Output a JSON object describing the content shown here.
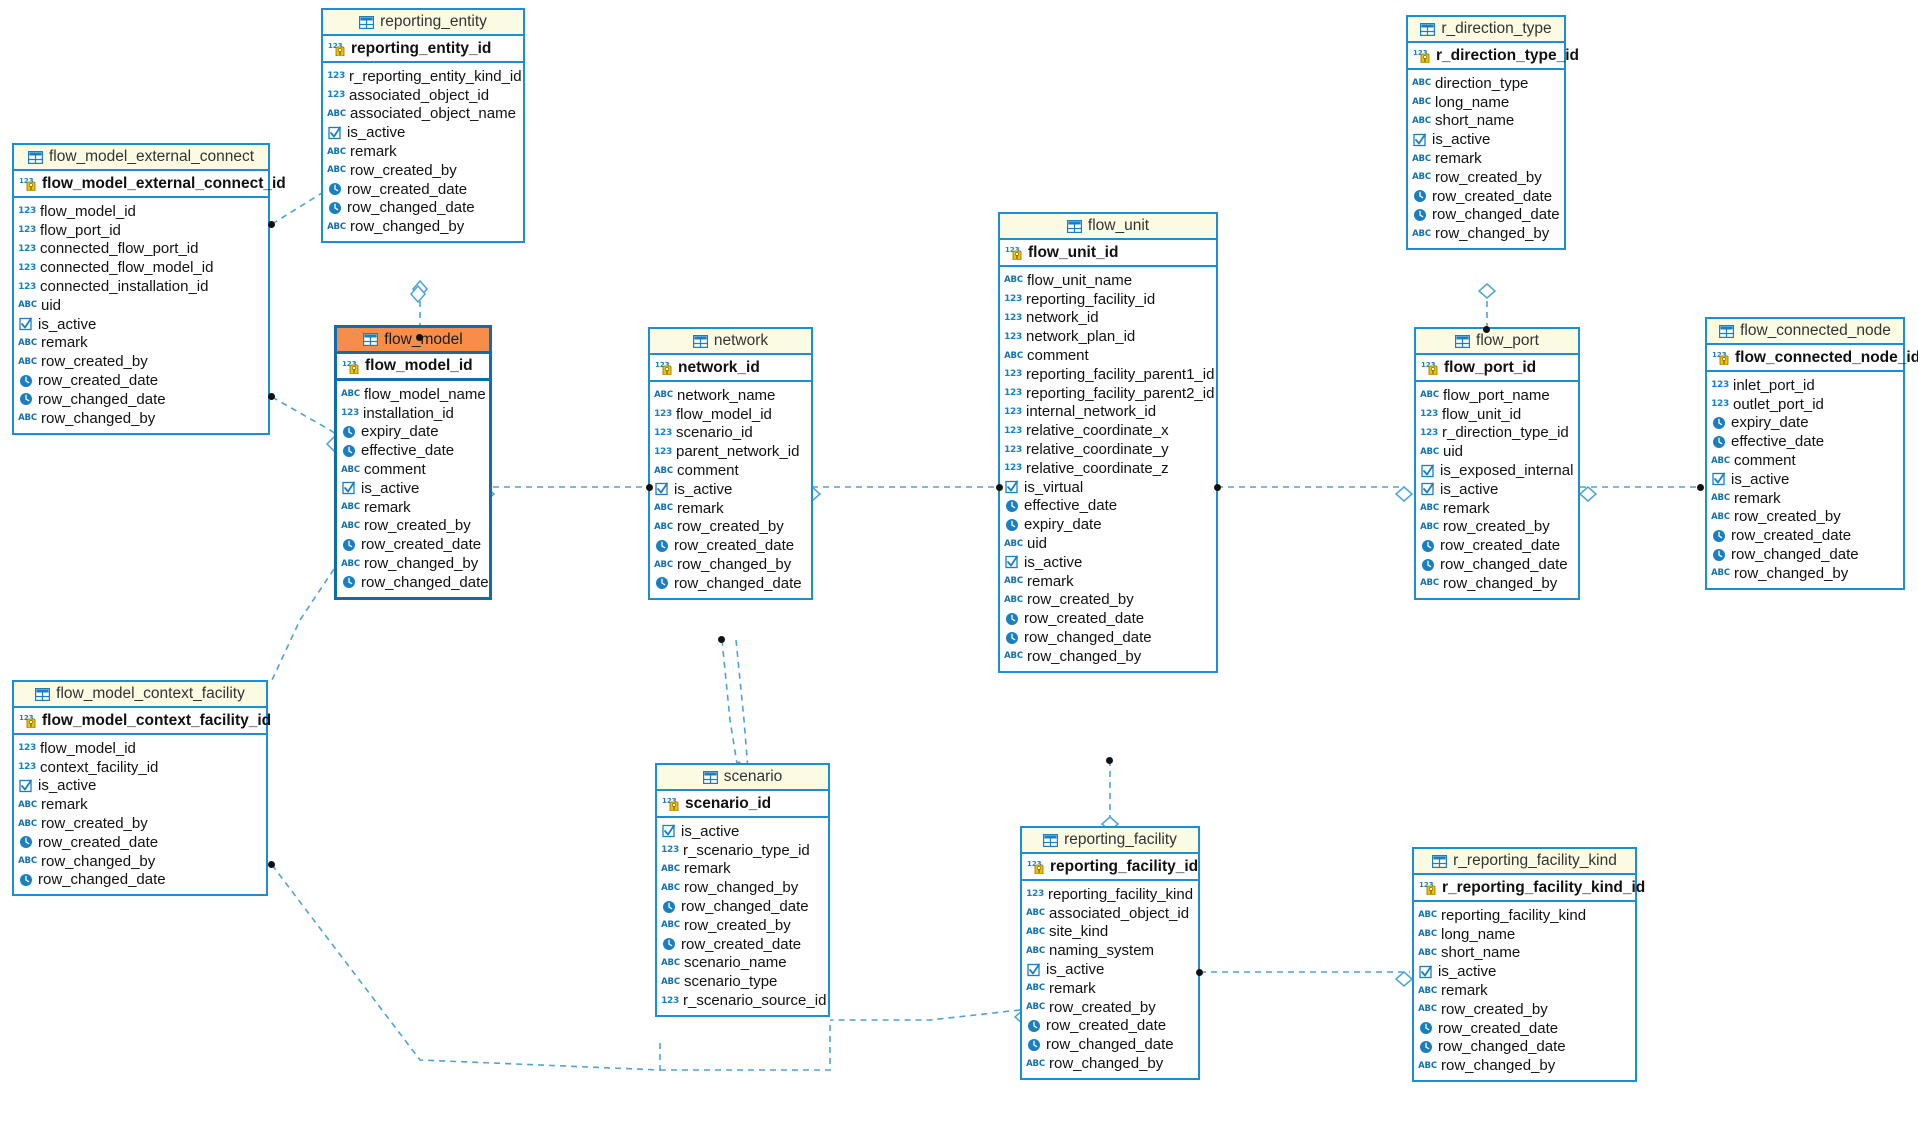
{
  "diagram": {
    "type": "entity-relationship-diagram",
    "tool": "database-modeler",
    "background": "#ffffff",
    "colors": {
      "entity_border": "#1a8fd1",
      "entity_header": "#fbfbe4",
      "entity_header_selected": "#f78d4a",
      "entity_body": "#ffffff",
      "relationship_line": "#4da3d6",
      "endpoint_dot": "#111111",
      "icon_blue": "#1a7fc1",
      "text": "#111111"
    },
    "icon_legend": {
      "table-icon": "grid table glyph in entity title",
      "pk-icon": "123 with key badge = numeric primary key",
      "number-icon": "123 = numeric column",
      "text-icon": "ABC = text column",
      "check-icon": "checkbox = boolean column",
      "clock-icon": "clock = date/time column"
    }
  },
  "entities": [
    {
      "name": "reporting_entity",
      "selected": false,
      "pk": {
        "label": "reporting_entity_id",
        "icon": "pk-icon"
      },
      "fields": [
        {
          "label": "r_reporting_entity_kind_id",
          "icon": "number-icon"
        },
        {
          "label": "associated_object_id",
          "icon": "number-icon"
        },
        {
          "label": "associated_object_name",
          "icon": "text-icon"
        },
        {
          "label": "is_active",
          "icon": "check-icon"
        },
        {
          "label": "remark",
          "icon": "text-icon"
        },
        {
          "label": "row_created_by",
          "icon": "text-icon"
        },
        {
          "label": "row_created_date",
          "icon": "clock-icon"
        },
        {
          "label": "row_changed_date",
          "icon": "clock-icon"
        },
        {
          "label": "row_changed_by",
          "icon": "text-icon"
        }
      ]
    },
    {
      "name": "flow_model_external_connect",
      "selected": false,
      "pk": {
        "label": "flow_model_external_connect_id",
        "icon": "pk-icon"
      },
      "fields": [
        {
          "label": "flow_model_id",
          "icon": "number-icon"
        },
        {
          "label": "flow_port_id",
          "icon": "number-icon"
        },
        {
          "label": "connected_flow_port_id",
          "icon": "number-icon"
        },
        {
          "label": "connected_flow_model_id",
          "icon": "number-icon"
        },
        {
          "label": "connected_installation_id",
          "icon": "number-icon"
        },
        {
          "label": "uid",
          "icon": "text-icon"
        },
        {
          "label": "is_active",
          "icon": "check-icon"
        },
        {
          "label": "remark",
          "icon": "text-icon"
        },
        {
          "label": "row_created_by",
          "icon": "text-icon"
        },
        {
          "label": "row_created_date",
          "icon": "clock-icon"
        },
        {
          "label": "row_changed_date",
          "icon": "clock-icon"
        },
        {
          "label": "row_changed_by",
          "icon": "text-icon"
        }
      ]
    },
    {
      "name": "flow_model",
      "selected": true,
      "pk": {
        "label": "flow_model_id",
        "icon": "pk-icon"
      },
      "fields": [
        {
          "label": "flow_model_name",
          "icon": "text-icon"
        },
        {
          "label": "installation_id",
          "icon": "number-icon"
        },
        {
          "label": "expiry_date",
          "icon": "clock-icon"
        },
        {
          "label": "effective_date",
          "icon": "clock-icon"
        },
        {
          "label": "comment",
          "icon": "text-icon"
        },
        {
          "label": "is_active",
          "icon": "check-icon"
        },
        {
          "label": "remark",
          "icon": "text-icon"
        },
        {
          "label": "row_created_by",
          "icon": "text-icon"
        },
        {
          "label": "row_created_date",
          "icon": "clock-icon"
        },
        {
          "label": "row_changed_by",
          "icon": "text-icon"
        },
        {
          "label": "row_changed_date",
          "icon": "clock-icon"
        }
      ]
    },
    {
      "name": "network",
      "selected": false,
      "pk": {
        "label": "network_id",
        "icon": "pk-icon"
      },
      "fields": [
        {
          "label": "network_name",
          "icon": "text-icon"
        },
        {
          "label": "flow_model_id",
          "icon": "number-icon"
        },
        {
          "label": "scenario_id",
          "icon": "number-icon"
        },
        {
          "label": "parent_network_id",
          "icon": "number-icon"
        },
        {
          "label": "comment",
          "icon": "text-icon"
        },
        {
          "label": "is_active",
          "icon": "check-icon"
        },
        {
          "label": "remark",
          "icon": "text-icon"
        },
        {
          "label": "row_created_by",
          "icon": "text-icon"
        },
        {
          "label": "row_created_date",
          "icon": "clock-icon"
        },
        {
          "label": "row_changed_by",
          "icon": "text-icon"
        },
        {
          "label": "row_changed_date",
          "icon": "clock-icon"
        }
      ]
    },
    {
      "name": "flow_unit",
      "selected": false,
      "pk": {
        "label": "flow_unit_id",
        "icon": "pk-icon"
      },
      "fields": [
        {
          "label": "flow_unit_name",
          "icon": "text-icon"
        },
        {
          "label": "reporting_facility_id",
          "icon": "number-icon"
        },
        {
          "label": "network_id",
          "icon": "number-icon"
        },
        {
          "label": "network_plan_id",
          "icon": "number-icon"
        },
        {
          "label": "comment",
          "icon": "text-icon"
        },
        {
          "label": "reporting_facility_parent1_id",
          "icon": "number-icon"
        },
        {
          "label": "reporting_facility_parent2_id",
          "icon": "number-icon"
        },
        {
          "label": "internal_network_id",
          "icon": "number-icon"
        },
        {
          "label": "relative_coordinate_x",
          "icon": "number-icon"
        },
        {
          "label": "relative_coordinate_y",
          "icon": "number-icon"
        },
        {
          "label": "relative_coordinate_z",
          "icon": "number-icon"
        },
        {
          "label": "is_virtual",
          "icon": "check-icon"
        },
        {
          "label": "effective_date",
          "icon": "clock-icon"
        },
        {
          "label": "expiry_date",
          "icon": "clock-icon"
        },
        {
          "label": "uid",
          "icon": "text-icon"
        },
        {
          "label": "is_active",
          "icon": "check-icon"
        },
        {
          "label": "remark",
          "icon": "text-icon"
        },
        {
          "label": "row_created_by",
          "icon": "text-icon"
        },
        {
          "label": "row_created_date",
          "icon": "clock-icon"
        },
        {
          "label": "row_changed_date",
          "icon": "clock-icon"
        },
        {
          "label": "row_changed_by",
          "icon": "text-icon"
        }
      ]
    },
    {
      "name": "r_direction_type",
      "selected": false,
      "pk": {
        "label": "r_direction_type_id",
        "icon": "pk-icon"
      },
      "fields": [
        {
          "label": "direction_type",
          "icon": "text-icon"
        },
        {
          "label": "long_name",
          "icon": "text-icon"
        },
        {
          "label": "short_name",
          "icon": "text-icon"
        },
        {
          "label": "is_active",
          "icon": "check-icon"
        },
        {
          "label": "remark",
          "icon": "text-icon"
        },
        {
          "label": "row_created_by",
          "icon": "text-icon"
        },
        {
          "label": "row_created_date",
          "icon": "clock-icon"
        },
        {
          "label": "row_changed_date",
          "icon": "clock-icon"
        },
        {
          "label": "row_changed_by",
          "icon": "text-icon"
        }
      ]
    },
    {
      "name": "flow_port",
      "selected": false,
      "pk": {
        "label": "flow_port_id",
        "icon": "pk-icon"
      },
      "fields": [
        {
          "label": "flow_port_name",
          "icon": "text-icon"
        },
        {
          "label": "flow_unit_id",
          "icon": "number-icon"
        },
        {
          "label": "r_direction_type_id",
          "icon": "number-icon"
        },
        {
          "label": "uid",
          "icon": "text-icon"
        },
        {
          "label": "is_exposed_internal",
          "icon": "check-icon"
        },
        {
          "label": "is_active",
          "icon": "check-icon"
        },
        {
          "label": "remark",
          "icon": "text-icon"
        },
        {
          "label": "row_created_by",
          "icon": "text-icon"
        },
        {
          "label": "row_created_date",
          "icon": "clock-icon"
        },
        {
          "label": "row_changed_date",
          "icon": "clock-icon"
        },
        {
          "label": "row_changed_by",
          "icon": "text-icon"
        }
      ]
    },
    {
      "name": "flow_connected_node",
      "selected": false,
      "pk": {
        "label": "flow_connected_node_id",
        "icon": "pk-icon"
      },
      "fields": [
        {
          "label": "inlet_port_id",
          "icon": "number-icon"
        },
        {
          "label": "outlet_port_id",
          "icon": "number-icon"
        },
        {
          "label": "expiry_date",
          "icon": "clock-icon"
        },
        {
          "label": "effective_date",
          "icon": "clock-icon"
        },
        {
          "label": "comment",
          "icon": "text-icon"
        },
        {
          "label": "is_active",
          "icon": "check-icon"
        },
        {
          "label": "remark",
          "icon": "text-icon"
        },
        {
          "label": "row_created_by",
          "icon": "text-icon"
        },
        {
          "label": "row_created_date",
          "icon": "clock-icon"
        },
        {
          "label": "row_changed_date",
          "icon": "clock-icon"
        },
        {
          "label": "row_changed_by",
          "icon": "text-icon"
        }
      ]
    },
    {
      "name": "flow_model_context_facility",
      "selected": false,
      "pk": {
        "label": "flow_model_context_facility_id",
        "icon": "pk-icon"
      },
      "fields": [
        {
          "label": "flow_model_id",
          "icon": "number-icon"
        },
        {
          "label": "context_facility_id",
          "icon": "number-icon"
        },
        {
          "label": "is_active",
          "icon": "check-icon"
        },
        {
          "label": "remark",
          "icon": "text-icon"
        },
        {
          "label": "row_created_by",
          "icon": "text-icon"
        },
        {
          "label": "row_created_date",
          "icon": "clock-icon"
        },
        {
          "label": "row_changed_by",
          "icon": "text-icon"
        },
        {
          "label": "row_changed_date",
          "icon": "clock-icon"
        }
      ]
    },
    {
      "name": "scenario",
      "selected": false,
      "pk": {
        "label": "scenario_id",
        "icon": "pk-icon"
      },
      "fields": [
        {
          "label": "is_active",
          "icon": "check-icon"
        },
        {
          "label": "r_scenario_type_id",
          "icon": "number-icon"
        },
        {
          "label": "remark",
          "icon": "text-icon"
        },
        {
          "label": "row_changed_by",
          "icon": "text-icon"
        },
        {
          "label": "row_changed_date",
          "icon": "clock-icon"
        },
        {
          "label": "row_created_by",
          "icon": "text-icon"
        },
        {
          "label": "row_created_date",
          "icon": "clock-icon"
        },
        {
          "label": "scenario_name",
          "icon": "text-icon"
        },
        {
          "label": "scenario_type",
          "icon": "text-icon"
        },
        {
          "label": "r_scenario_source_id",
          "icon": "number-icon"
        }
      ]
    },
    {
      "name": "reporting_facility",
      "selected": false,
      "pk": {
        "label": "reporting_facility_id",
        "icon": "pk-icon"
      },
      "fields": [
        {
          "label": "reporting_facility_kind",
          "icon": "number-icon"
        },
        {
          "label": "associated_object_id",
          "icon": "text-icon"
        },
        {
          "label": "site_kind",
          "icon": "text-icon"
        },
        {
          "label": "naming_system",
          "icon": "text-icon"
        },
        {
          "label": "is_active",
          "icon": "check-icon"
        },
        {
          "label": "remark",
          "icon": "text-icon"
        },
        {
          "label": "row_created_by",
          "icon": "text-icon"
        },
        {
          "label": "row_created_date",
          "icon": "clock-icon"
        },
        {
          "label": "row_changed_date",
          "icon": "clock-icon"
        },
        {
          "label": "row_changed_by",
          "icon": "text-icon"
        }
      ]
    },
    {
      "name": "r_reporting_facility_kind",
      "selected": false,
      "pk": {
        "label": "r_reporting_facility_kind_id",
        "icon": "pk-icon"
      },
      "fields": [
        {
          "label": "reporting_facility_kind",
          "icon": "text-icon"
        },
        {
          "label": "long_name",
          "icon": "text-icon"
        },
        {
          "label": "short_name",
          "icon": "text-icon"
        },
        {
          "label": "is_active",
          "icon": "check-icon"
        },
        {
          "label": "remark",
          "icon": "text-icon"
        },
        {
          "label": "row_created_by",
          "icon": "text-icon"
        },
        {
          "label": "row_created_date",
          "icon": "clock-icon"
        },
        {
          "label": "row_changed_date",
          "icon": "clock-icon"
        },
        {
          "label": "row_changed_by",
          "icon": "text-icon"
        }
      ]
    }
  ],
  "relationships": [
    {
      "from": "flow_model_external_connect",
      "to": "reporting_entity",
      "style": "dashed"
    },
    {
      "from": "reporting_entity",
      "to": "flow_model",
      "style": "dashed"
    },
    {
      "from": "flow_model_external_connect",
      "to": "flow_model",
      "style": "dashed"
    },
    {
      "from": "flow_model",
      "to": "flow_model_context_facility",
      "style": "dashed"
    },
    {
      "from": "flow_model",
      "to": "network",
      "style": "dashed"
    },
    {
      "from": "network",
      "to": "flow_unit",
      "style": "dashed"
    },
    {
      "from": "network",
      "to": "scenario",
      "style": "dashed"
    },
    {
      "from": "scenario",
      "to": "flow_model_context_facility",
      "style": "dashed"
    },
    {
      "from": "flow_unit",
      "to": "flow_port",
      "style": "dashed"
    },
    {
      "from": "flow_unit",
      "to": "reporting_facility",
      "style": "dashed"
    },
    {
      "from": "r_direction_type",
      "to": "flow_port",
      "style": "dashed"
    },
    {
      "from": "flow_port",
      "to": "flow_connected_node",
      "style": "dashed"
    },
    {
      "from": "reporting_facility",
      "to": "r_reporting_facility_kind",
      "style": "dashed"
    },
    {
      "from": "reporting_facility",
      "to": "scenario",
      "style": "dashed"
    }
  ]
}
